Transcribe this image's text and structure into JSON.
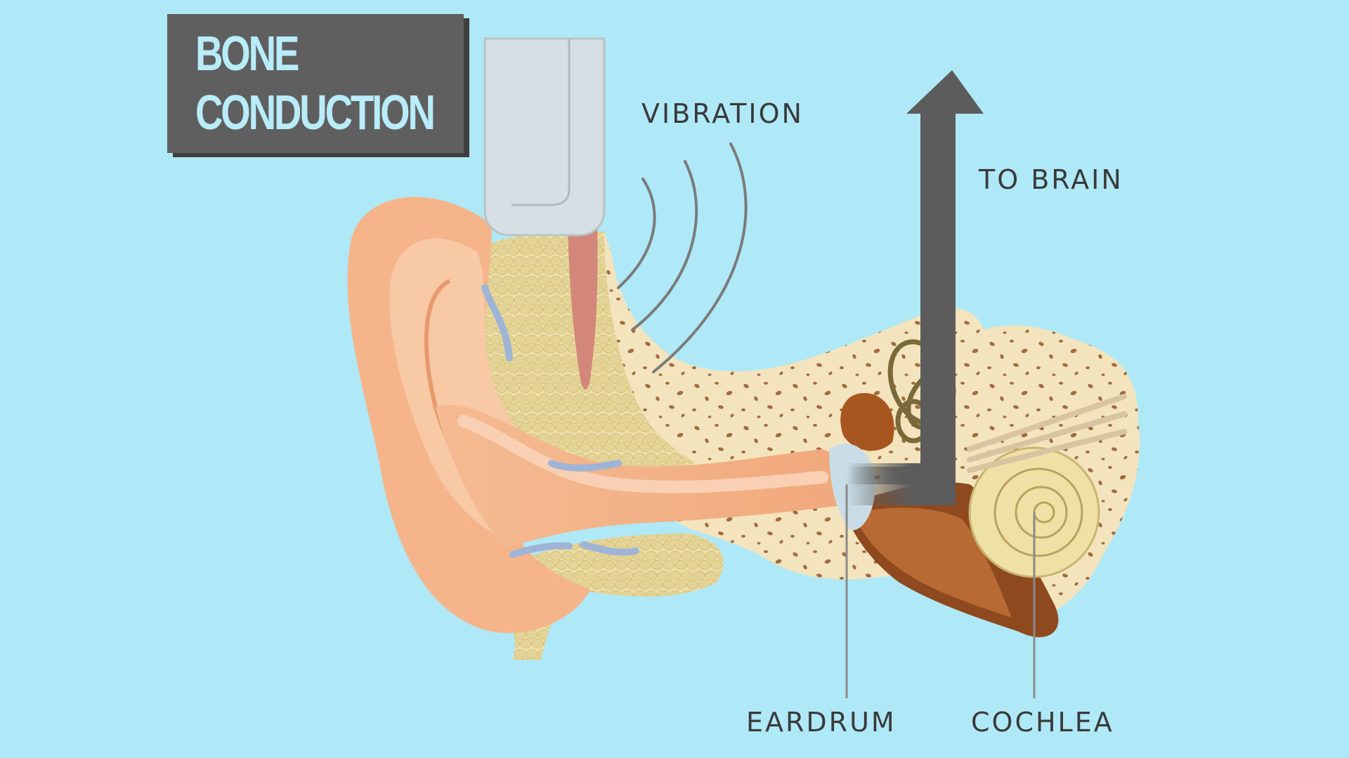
{
  "title": {
    "line1": "BONE",
    "line2": "CONDUCTION"
  },
  "labels": {
    "vibration": "VIBRATION",
    "to_brain": "TO BRAIN",
    "eardrum": "EARDRUM",
    "cochlea": "COCHLEA"
  },
  "colors": {
    "background": "#afe9f7",
    "title_box": "#5f5f5f",
    "title_text": "#b7ecf8",
    "skin": "#f5b48a",
    "skin_light": "#f8c9a5",
    "bone": "#f4e4bd",
    "bone_spots": "#a26c40",
    "fat_tissue": "#ece0ac",
    "device": "#d6dfe3",
    "arrow": "#5c5c5c",
    "cochlea": "#efe0a6",
    "cavity": "#8e4a1e",
    "vein": "#9fb5d8"
  },
  "icons": {
    "device": "bone-conduction-transducer-icon",
    "arrow": "up-arrow-icon",
    "waves": "vibration-wave-icon"
  }
}
